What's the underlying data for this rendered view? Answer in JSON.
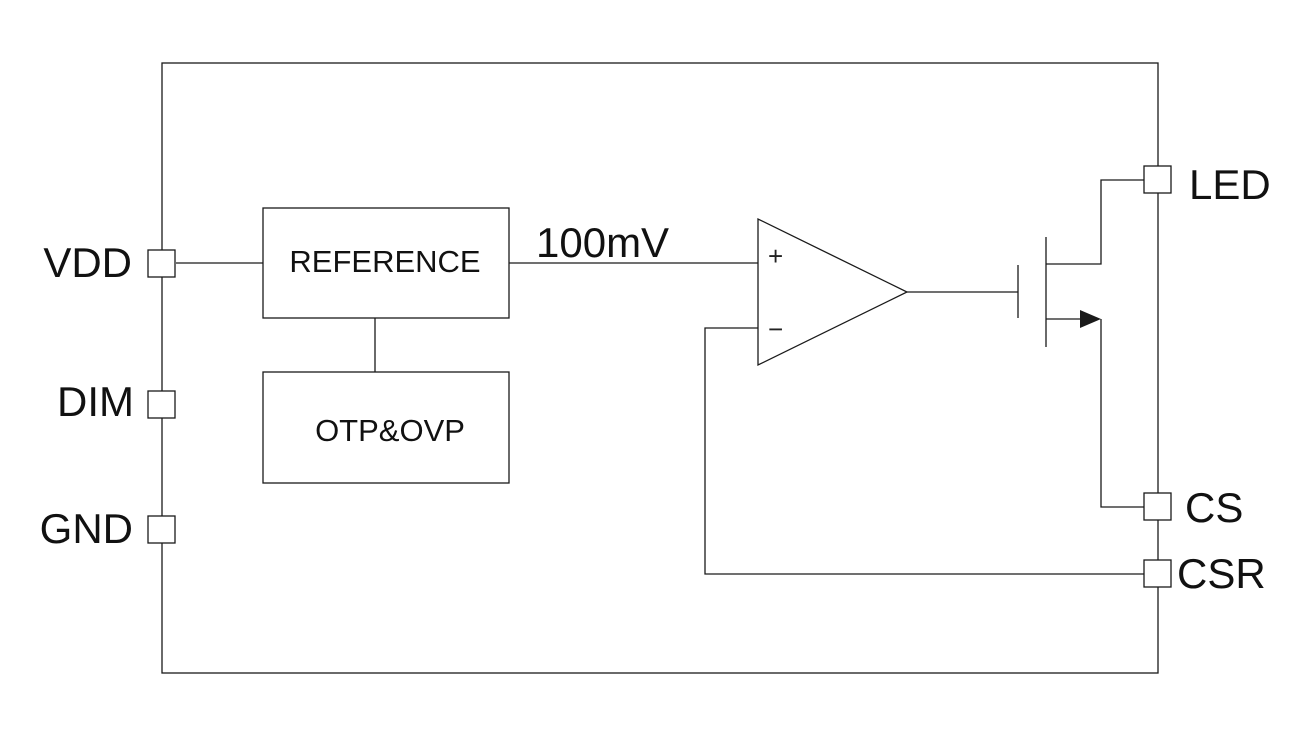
{
  "pins": {
    "vdd": "VDD",
    "dim": "DIM",
    "gnd": "GND",
    "led": "LED",
    "cs": "CS",
    "csr": "CSR"
  },
  "blocks": {
    "reference": "REFERENCE",
    "otp_ovp": "OTP&OVP"
  },
  "signals": {
    "reference_voltage": "100mV"
  },
  "op_amp": {
    "plus": "+",
    "minus": "−"
  },
  "colors": {
    "line": "#1a1a1a",
    "background": "#ffffff"
  }
}
